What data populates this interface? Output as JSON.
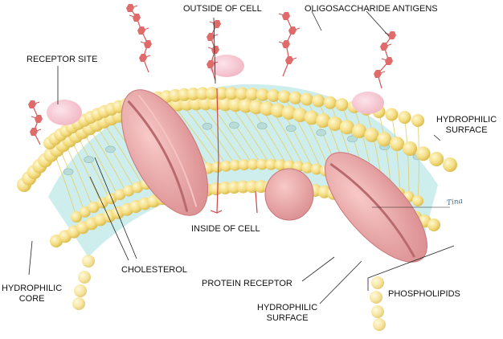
{
  "labels": {
    "outside_of_cell": "OUTSIDE OF CELL",
    "oligosaccharide_antigens": "OLIGOSACCHARIDE ANTIGENS",
    "receptor_site": "RECEPTOR SITE",
    "hydrophilic_surface_top": [
      "HYDROPHILIC",
      "SURFACE"
    ],
    "inside_of_cell": "INSIDE OF CELL",
    "cholesterol": "CHOLESTEROL",
    "hydrophilic_core": [
      "HYDROPHILIC",
      "CORE"
    ],
    "protein_receptor": "PROTEIN RECEPTOR",
    "hydrophilic_surface_bottom": [
      "HYDROPHILIC",
      "SURFACE"
    ],
    "phospholipids": "PHOSPHOLIPIDS"
  },
  "signature": "Tina",
  "colors": {
    "phospholipid_head": "#f3dc7e",
    "lipid_core": "#c9ecec",
    "protein": "#e9a5a6",
    "antigen": "#e06b6b",
    "receptor_site": "#f6c9d2"
  }
}
